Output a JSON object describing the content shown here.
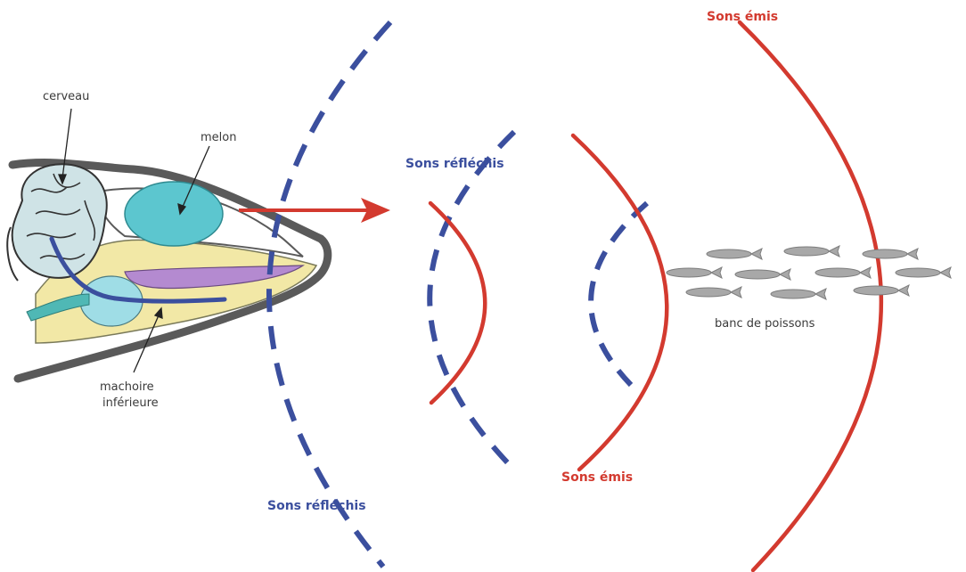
{
  "labels": {
    "cerveau": "cerveau",
    "melon": "melon",
    "machoire_line1": "machoire",
    "machoire_line2": "inférieure",
    "banc": "banc de poissons",
    "sons_reflechis": "Sons réfléchis",
    "sons_emis": "Sons émis"
  },
  "colors": {
    "emitted": "#d33a2f",
    "reflected": "#3b4f9e",
    "melon": "#5cc6cf",
    "jaw": "#f2e8a6",
    "tongue": "#b48ad0",
    "brain": "#cfe3e6",
    "skin": "#5a5a5a",
    "fish": "#a8a8a8"
  }
}
